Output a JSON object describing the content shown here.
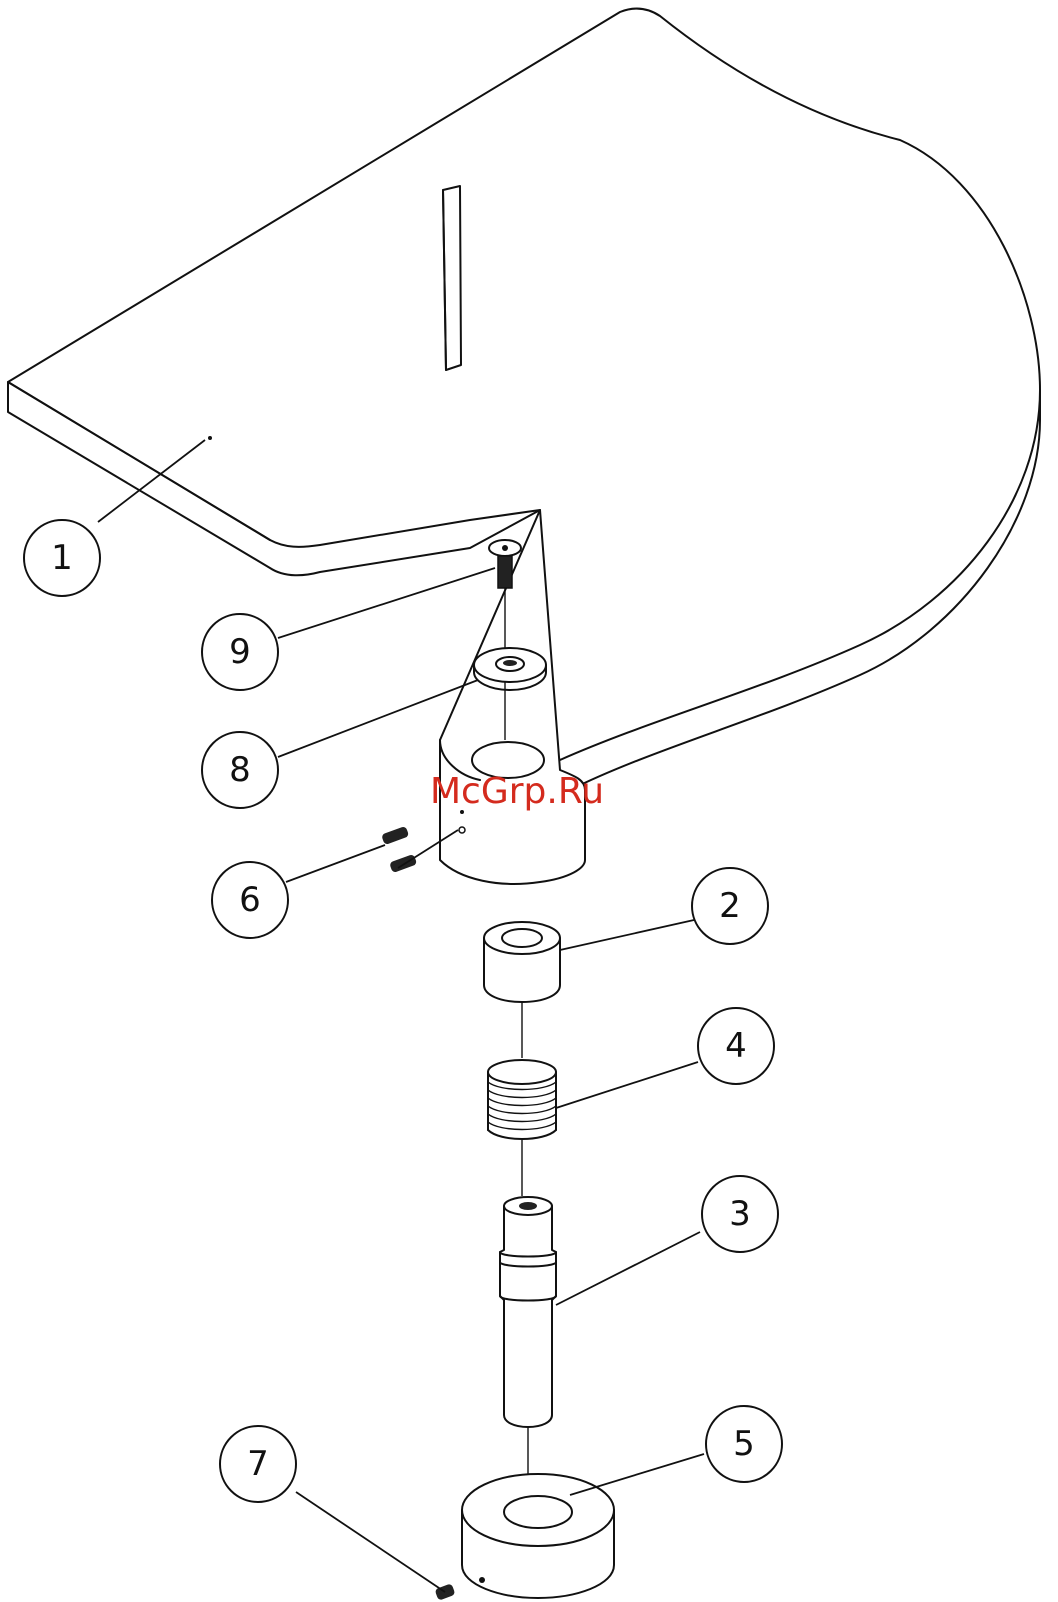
{
  "callouts": [
    "1",
    "2",
    "3",
    "4",
    "5",
    "6",
    "7",
    "8",
    "9"
  ],
  "watermark": "McGrp.Ru"
}
